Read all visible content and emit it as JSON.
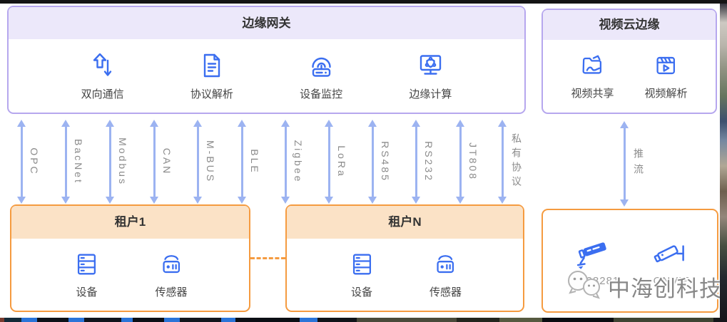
{
  "diagram": {
    "gateway": {
      "title": "边缘网关",
      "features": [
        {
          "label": "双向通信",
          "icon": "two-way-arrows-icon"
        },
        {
          "label": "协议解析",
          "icon": "protocol-document-icon"
        },
        {
          "label": "设备监控",
          "icon": "device-monitor-icon"
        },
        {
          "label": "边缘计算",
          "icon": "edge-computing-icon"
        }
      ]
    },
    "video_cloud": {
      "title": "视频云边缘",
      "features": [
        {
          "label": "视频共享",
          "icon": "folder-share-icon"
        },
        {
          "label": "视频解析",
          "icon": "video-clapper-icon"
        }
      ]
    },
    "protocols": [
      "OPC",
      "BacNet",
      "Modbus",
      "CAN",
      "M-BUS",
      "BLE",
      "Zigbee",
      "LoRa",
      "RS485",
      "RS232",
      "JT808",
      "私有协议"
    ],
    "push_stream_label": "推流",
    "tenant1": {
      "title": "租户1",
      "features": [
        {
          "label": "设备",
          "icon": "server-icon"
        },
        {
          "label": "传感器",
          "icon": "sensor-icon"
        }
      ]
    },
    "tenantN": {
      "title": "租户N",
      "features": [
        {
          "label": "设备",
          "icon": "server-icon"
        },
        {
          "label": "传感器",
          "icon": "sensor-icon"
        }
      ]
    },
    "video_devices": [
      {
        "label": "GB28281",
        "icon": "cctv-camera-icon"
      },
      {
        "label": "ONVIF",
        "icon": "onvif-camera-icon"
      }
    ],
    "watermark": {
      "text": "中海创科技",
      "logo": "chat-bubbles-logo-icon"
    }
  },
  "colors": {
    "purple_border": "#b6a7ee",
    "purple_header_bg": "#ece8fa",
    "orange_border": "#f59b40",
    "orange_header_bg": "#fbe2c6",
    "icon_blue": "#3B6EF0",
    "arrow_blue": "#9cb3f1",
    "label_gray": "#8b8b8b",
    "title_dark": "#333333",
    "camera_label_gray": "#9a9a9a"
  }
}
